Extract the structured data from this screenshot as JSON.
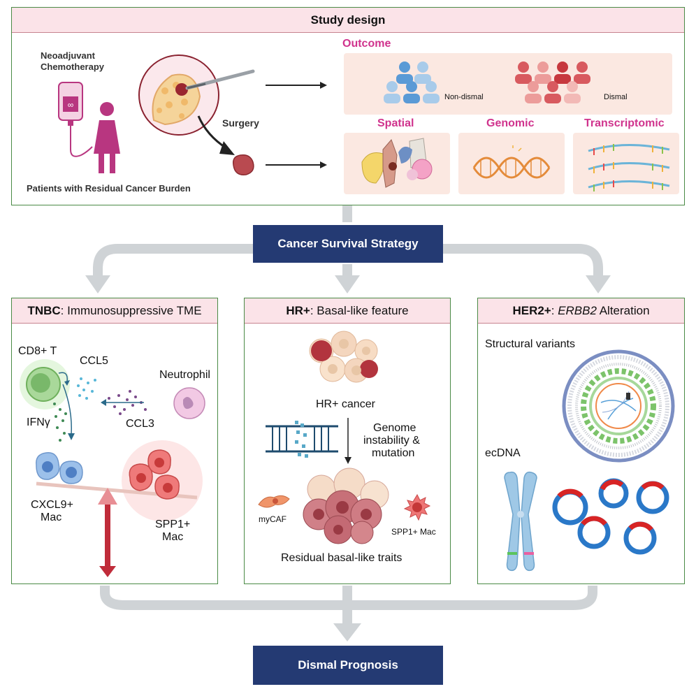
{
  "study_design": {
    "title": "Study design",
    "neoadjuvant": "Neoadjuvant",
    "chemotherapy": "Chemotherapy",
    "surgery": "Surgery",
    "patients": "Patients with Residual Cancer Burden",
    "outcome_title": "Outcome",
    "non_dismal": "Non-dismal",
    "dismal": "Dismal",
    "spatial": "Spatial",
    "genomic": "Genomic",
    "transcriptomic": "Transcriptomic"
  },
  "strategy": {
    "label": "Cancer Survival Strategy"
  },
  "tnbc": {
    "title_bold": "TNBC",
    "title_rest": ": Immunosuppressive TME",
    "cd8": "CD8+ T",
    "ccl5": "CCL5",
    "neutrophil": "Neutrophil",
    "ifng": "IFNγ",
    "ccl3": "CCL3",
    "cxcl9_line1": "CXCL9+",
    "cxcl9_line2": "Mac",
    "spp1_line1": "SPP1+",
    "spp1_line2": "Mac"
  },
  "hr": {
    "title_bold": "HR+",
    "title_rest": ": Basal-like feature",
    "hr_cancer": "HR+ cancer",
    "genome_line1": "Genome",
    "genome_line2": "instability &",
    "genome_line3": "mutation",
    "mycaf": "myCAF",
    "spp1_mac": "SPP1+ Mac",
    "residual": "Residual basal-like traits"
  },
  "her2": {
    "title_bold": "HER2+",
    "title_sep": ": ",
    "title_italic": "ERBB2",
    "title_rest": " Alteration",
    "structural": "Structural variants",
    "ecdna": "ecDNA"
  },
  "prognosis": {
    "label": "Dismal Prognosis"
  },
  "colors": {
    "panel_border": "#4a8a45",
    "header_fill": "#fbe3e8",
    "navy": "#243a73",
    "accent_pink": "#d0338d",
    "connector_gray": "#cfd3d6"
  }
}
